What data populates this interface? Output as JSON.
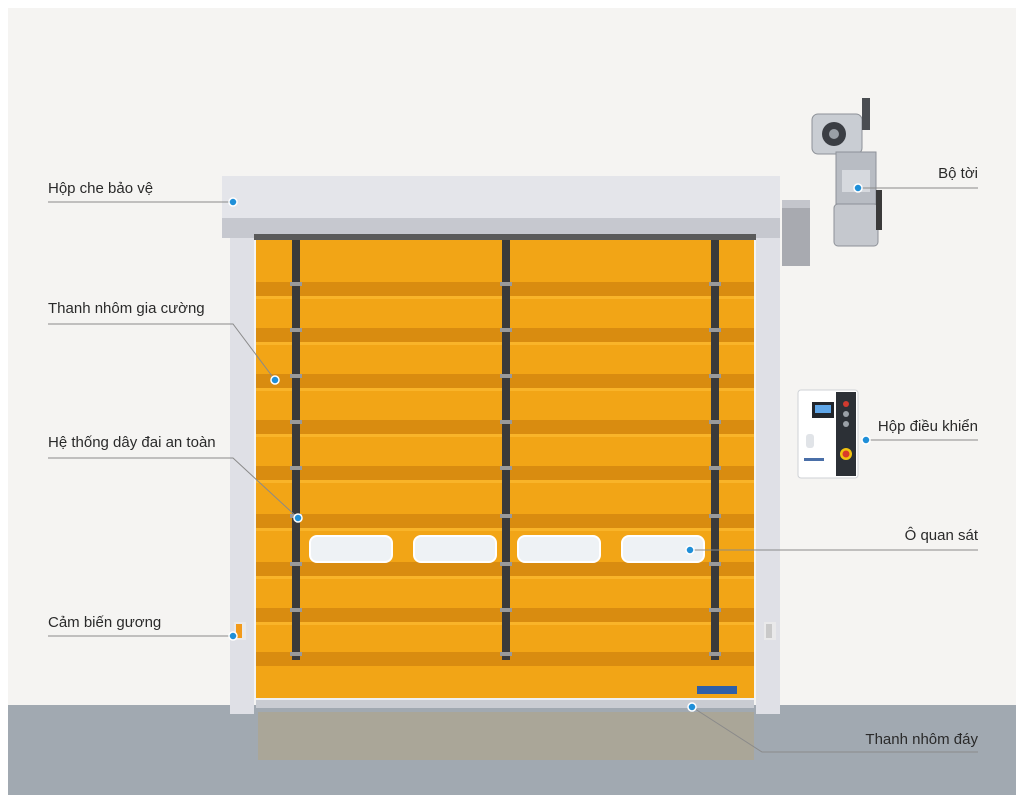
{
  "labels": {
    "cover_box": "Hộp che bảo vệ",
    "reinforcement_bar": "Thanh nhôm gia cường",
    "safety_belt": "Hệ thống dây đai an toàn",
    "mirror_sensor": "Cảm biến gương",
    "motor": "Bộ tời",
    "control_box": "Hộp điều khiển",
    "viewing_window": "Ô quan sát",
    "bottom_bar": "Thanh nhôm đáy"
  },
  "colors": {
    "curtain": "#f2a516",
    "curtain_band": "#d98c10",
    "frame": "#dfe0e6",
    "floor": "#9ea6ae",
    "wall": "#f5f4f2",
    "strap": "#3a3a3a",
    "callout_dot": "#1f8fd8",
    "callout_line": "#8a8a8a"
  }
}
